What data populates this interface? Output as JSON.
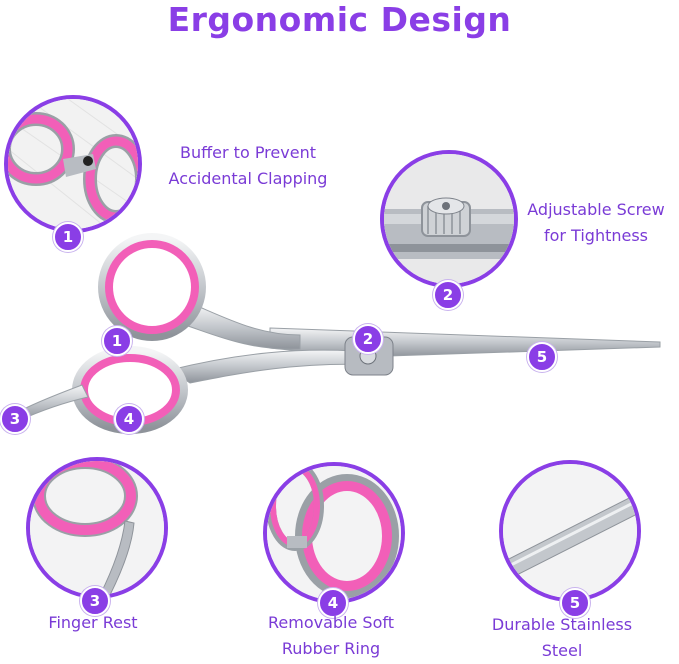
{
  "title": "Ergonomic Design",
  "features": [
    {
      "number": "1",
      "label_line1": "Buffer to Prevent",
      "label_line2": "Accidental Clapping",
      "icon": "finger-ring-buffer-closeup"
    },
    {
      "number": "2",
      "label_line1": "Adjustable Screw",
      "label_line2": "for Tightness",
      "icon": "pivot-screw-closeup"
    },
    {
      "number": "3",
      "label_line1": "Finger Rest",
      "label_line2": "",
      "icon": "finger-rest-tang-closeup"
    },
    {
      "number": "4",
      "label_line1": "Removable Soft",
      "label_line2": "Rubber Ring",
      "icon": "pink-rubber-ring-closeup"
    },
    {
      "number": "5",
      "label_line1": "Durable Stainless",
      "label_line2": "Steel",
      "icon": "steel-blade-closeup"
    }
  ],
  "colors": {
    "accent": "#8a3ee6",
    "ring": "#f25fb8",
    "steel": "#c9ccd1"
  }
}
